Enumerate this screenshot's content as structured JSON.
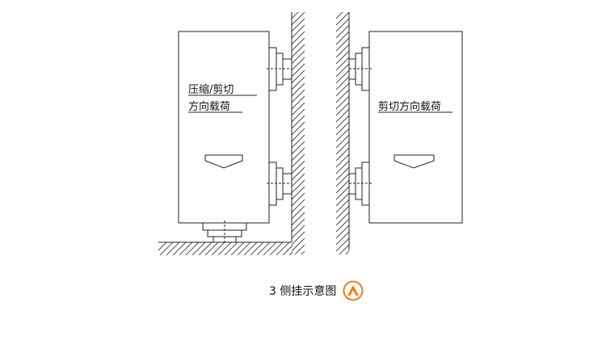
{
  "left_figure": {
    "label_line1": "压缩/剪切",
    "label_line2": "方向载荷"
  },
  "right_figure": {
    "label": "剪切方向载荷"
  },
  "caption": {
    "text": "3 侧挂示意图"
  },
  "colors": {
    "line": "#222222",
    "logo_ring": "#f07d1a",
    "logo_arrow": "#f07d1a"
  },
  "icons": [
    "load-direction-arrow-icon",
    "brand-logo-icon"
  ]
}
